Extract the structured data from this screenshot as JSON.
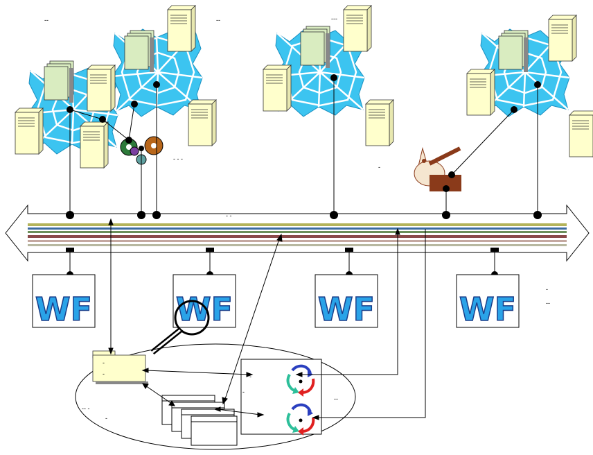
{
  "diagram": {
    "web_clusters": [
      {
        "name": "web-cluster-1",
        "label": "--"
      },
      {
        "name": "web-cluster-2",
        "label": "--"
      },
      {
        "name": "web-cluster-3",
        "label": "---"
      },
      {
        "name": "web-cluster-4",
        "label": ""
      }
    ],
    "gear_label": "- - -",
    "wizard_label": "-",
    "bus_label": "- -",
    "wf_boxes": [
      {
        "name": "wf-box-1",
        "text": "WF"
      },
      {
        "name": "wf-box-2",
        "text": "WF"
      },
      {
        "name": "wf-box-3",
        "text": "WF"
      },
      {
        "name": "wf-box-4",
        "text": "WF"
      }
    ],
    "wf_side_label": "-",
    "wf_side_label_2": "--",
    "bottom": {
      "folder_label_1": "-",
      "folder_label_2": "-",
      "doc_label": "-",
      "engine_label_1": "-",
      "engine_label_2": "-",
      "engine_side_label": "--",
      "ellipse_label_1": "-- -",
      "ellipse_label_2": "-"
    },
    "colors": {
      "web_blue": "#3cc4f0",
      "server_fill": "#ffffcc",
      "doc_fill": "#d9ecc0",
      "wf_blue": "#2aa3e8",
      "bus_olive": "#b3b35a",
      "bus_blue": "#3a6aa0",
      "bus_maroon": "#8a4a4a"
    }
  }
}
